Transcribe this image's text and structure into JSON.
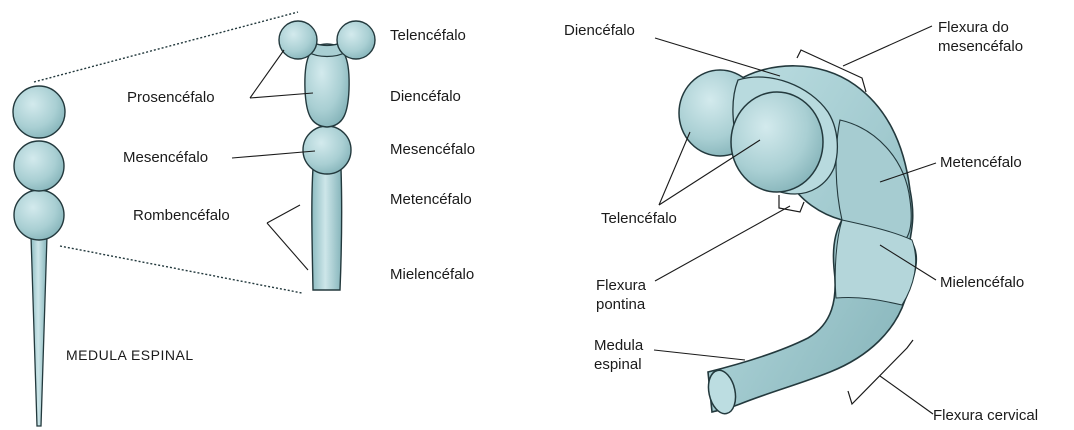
{
  "left_diagram": {
    "spinal_cord_caption": "MEDULA ESPINAL",
    "stage_labels": {
      "prosencefalo": "Prosencéfalo",
      "mesencefalo": "Mesencéfalo",
      "rombencefalo": "Rombencéfalo"
    },
    "division_labels": {
      "telencefalo": "Telencéfalo",
      "diencefalo": "Diencéfalo",
      "mesencefalo": "Mesencéfalo",
      "metencefalo": "Metencéfalo",
      "mielencefalo": "Mielencéfalo"
    }
  },
  "right_diagram": {
    "diencefalo": "Diencéfalo",
    "flexura_mesencefalo": [
      "Flexura do",
      "mesencéfalo"
    ],
    "metencefalo": "Metencéfalo",
    "telencefalo": "Telencéfalo",
    "flexura_pontina": [
      "Flexura",
      "pontina"
    ],
    "mielencefalo": "Mielencéfalo",
    "medula_espinal": [
      "Medula",
      "espinal"
    ],
    "flexura_cervical": "Flexura cervical"
  },
  "colors": {
    "fill": "#a9cfd3",
    "fill_light": "#cfe7ea",
    "outline": "#23393d",
    "leader": "#1a1a1a"
  }
}
